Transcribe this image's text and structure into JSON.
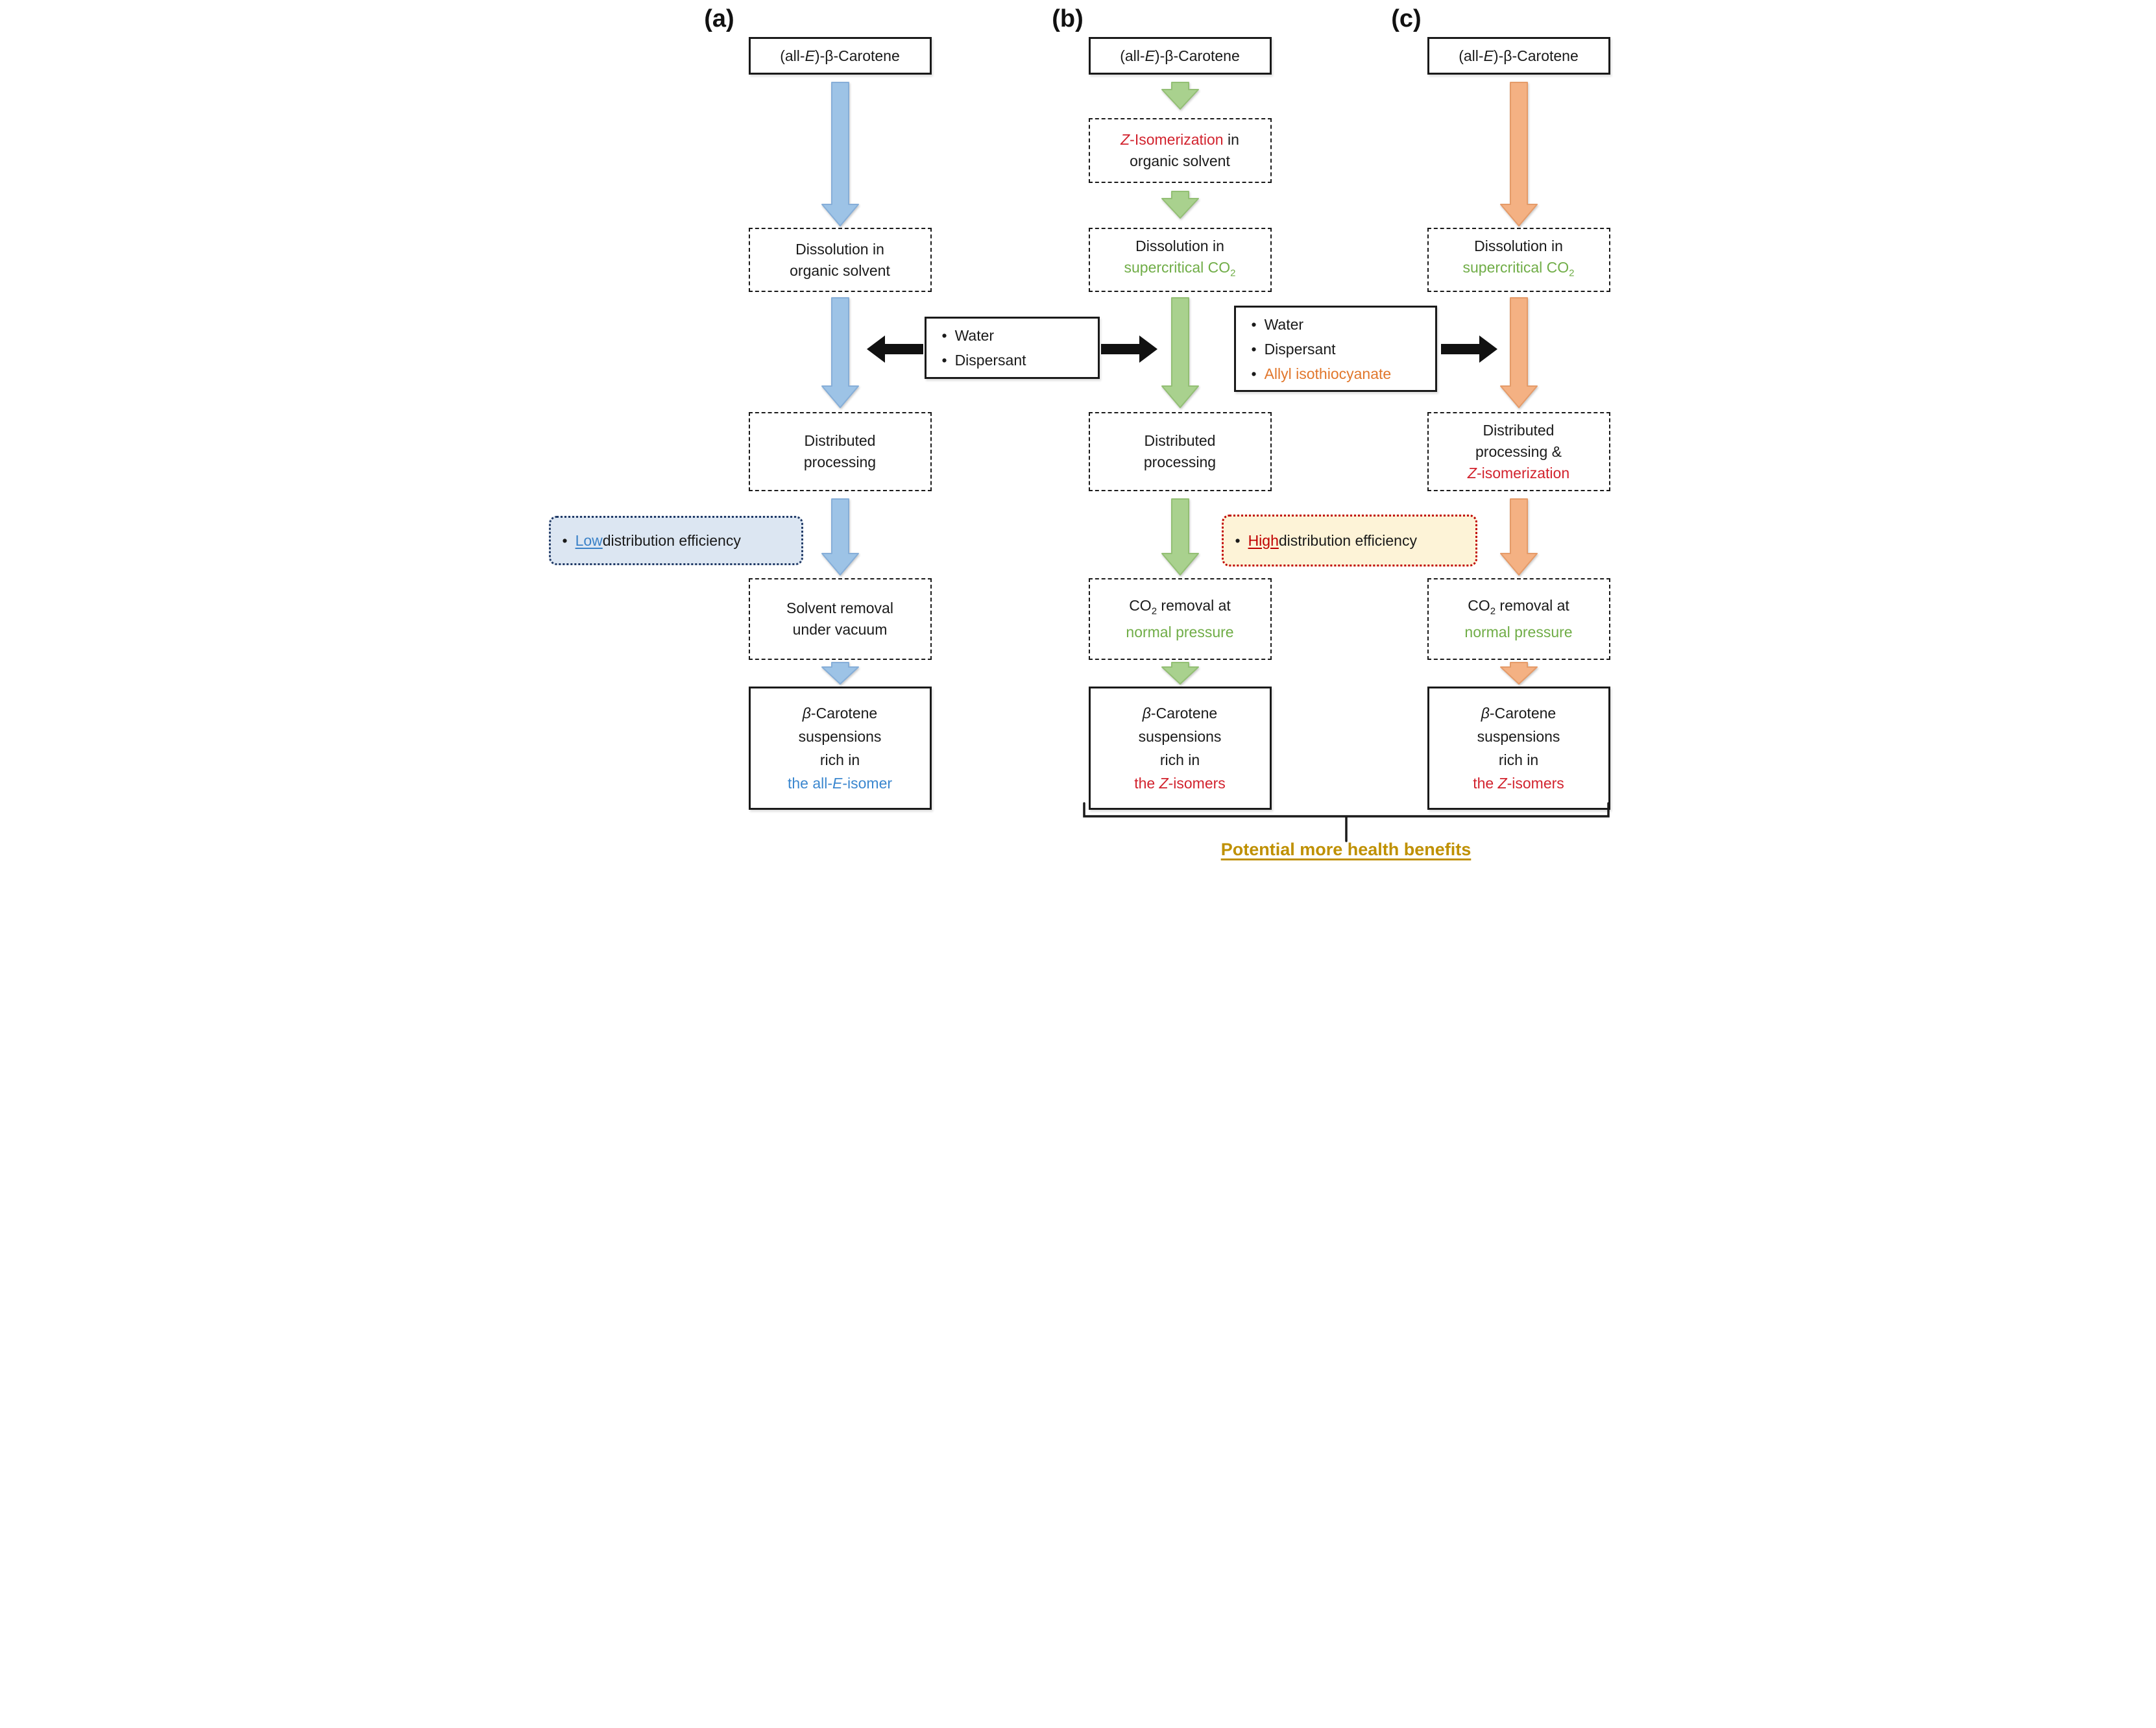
{
  "colors": {
    "arrow_blue": "#9dc3e6",
    "arrow_green": "#a9d18e",
    "arrow_orange": "#f4b183",
    "arrow_black": "#111111",
    "text_red": "#d2232e",
    "text_green": "#70ad47",
    "text_blue": "#3b87cf",
    "text_orange": "#e1772c",
    "text_gold": "#bf9000",
    "note_low_bg": "#dce6f2",
    "note_low_border": "#1f3864",
    "note_high_bg": "#fdf3d7",
    "note_high_border": "#c00000"
  },
  "columns": {
    "a": {
      "label": "(a)",
      "source": {
        "pre": "(all-",
        "E": "E",
        "post": ")-β-Carotene"
      },
      "dissolution": {
        "line1": "Dissolution in",
        "line2": "organic solvent"
      },
      "distributed": {
        "line1": "Distributed",
        "line2": "processing"
      },
      "removal": {
        "line1": "Solvent removal",
        "line2": "under vacuum"
      },
      "product": {
        "beta": "β",
        "carotene": "-Carotene",
        "line2": "suspensions",
        "line3": "rich in",
        "iso_pre": "the all-",
        "iso_mid": "E",
        "iso_post": "-isomer"
      }
    },
    "b": {
      "label": "(b)",
      "source": {
        "pre": "(all-",
        "E": "E",
        "post": ")-β-Carotene"
      },
      "zisom": {
        "z": "Z",
        "rest": "-Isomerization",
        "suffix": " in",
        "line2": "organic solvent"
      },
      "dissolution": {
        "line1": "Dissolution in",
        "sc": "supercritical CO",
        "sub": "2"
      },
      "distributed": {
        "line1": "Distributed",
        "line2": "processing"
      },
      "removal": {
        "co": "CO",
        "sub": "2",
        "rest": " removal at",
        "line2": "normal pressure"
      },
      "product": {
        "beta": "β",
        "carotene": "-Carotene",
        "line2": "suspensions",
        "line3": "rich in",
        "iso_pre": "the ",
        "iso_mid": "Z",
        "iso_post": "-isomers"
      }
    },
    "c": {
      "label": "(c)",
      "source": {
        "pre": "(all-",
        "E": "E",
        "post": ")-β-Carotene"
      },
      "dissolution": {
        "line1": "Dissolution in",
        "sc": "supercritical CO",
        "sub": "2"
      },
      "distributed": {
        "line1": "Distributed",
        "line2": "processing &",
        "z": "Z",
        "rest": "-isomerization"
      },
      "removal": {
        "co": "CO",
        "sub": "2",
        "rest": " removal at",
        "line2": "normal pressure"
      },
      "product": {
        "beta": "β",
        "carotene": "-Carotene",
        "line2": "suspensions",
        "line3": "rich in",
        "iso_pre": "the ",
        "iso_mid": "Z",
        "iso_post": "-isomers"
      }
    }
  },
  "reagents": {
    "ab": {
      "items": [
        {
          "bullet": "•",
          "label": "Water"
        },
        {
          "bullet": "•",
          "label": "Dispersant"
        }
      ]
    },
    "bc": {
      "items": [
        {
          "bullet": "•",
          "label": "Water"
        },
        {
          "bullet": "•",
          "label": "Dispersant"
        },
        {
          "bullet": "•",
          "label": "Allyl isothiocyanate"
        }
      ]
    }
  },
  "notes": {
    "low": {
      "bullet": "•",
      "keyword": "Low",
      "rest": " distribution efficiency"
    },
    "high": {
      "bullet": "•",
      "keyword": "High",
      "rest": " distribution efficiency"
    }
  },
  "footer": {
    "brace_label": "Potential more health benefits"
  }
}
